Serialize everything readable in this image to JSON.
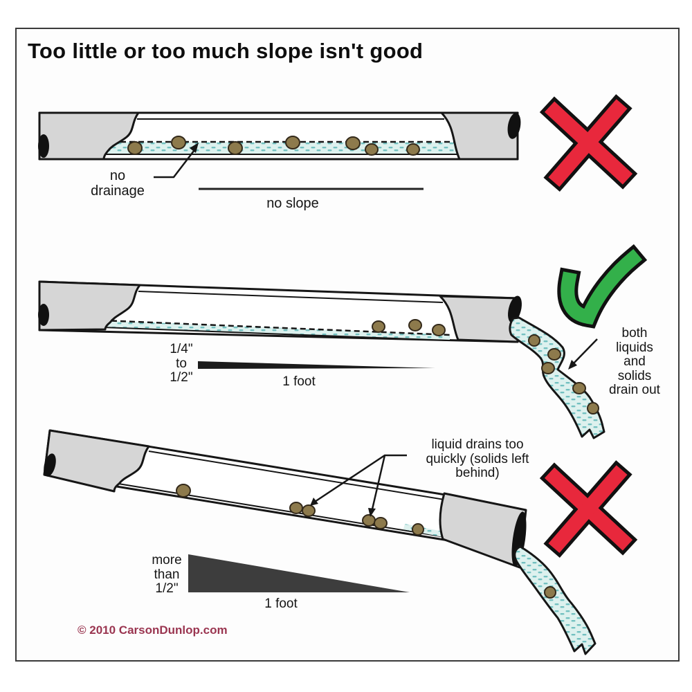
{
  "title": "Too little or too much slope isn't good",
  "sections": {
    "no_slope": {
      "drainage_label": "no\ndrainage",
      "slope_label": "no slope",
      "verdict_icon": "x-mark"
    },
    "proper_slope": {
      "rise_label": "1/4\"\nto\n1/2\"",
      "run_label": "1 foot",
      "result_label": "both\nliquids\nand solids\ndrain out",
      "verdict_icon": "check-mark"
    },
    "steep_slope": {
      "problem_label": "liquid drains too\nquickly (solids left\nbehind)",
      "rise_label": "more\nthan\n1/2\"",
      "run_label": "1 foot",
      "verdict_icon": "x-mark"
    }
  },
  "footer": {
    "copyright": "© 2010 CarsonDunlop.com"
  },
  "colors": {
    "fail_x": "#e8283c",
    "pass_check": "#33b04a",
    "pipe_gray": "#d6d6d6",
    "outline": "#161616",
    "water_fill": "#ddf1ee",
    "water_dash": "#72c0c0",
    "solid_waste": "#8d7a4c",
    "wedge_dark": "#3d3d3d",
    "copyright_red": "#9a3550"
  }
}
